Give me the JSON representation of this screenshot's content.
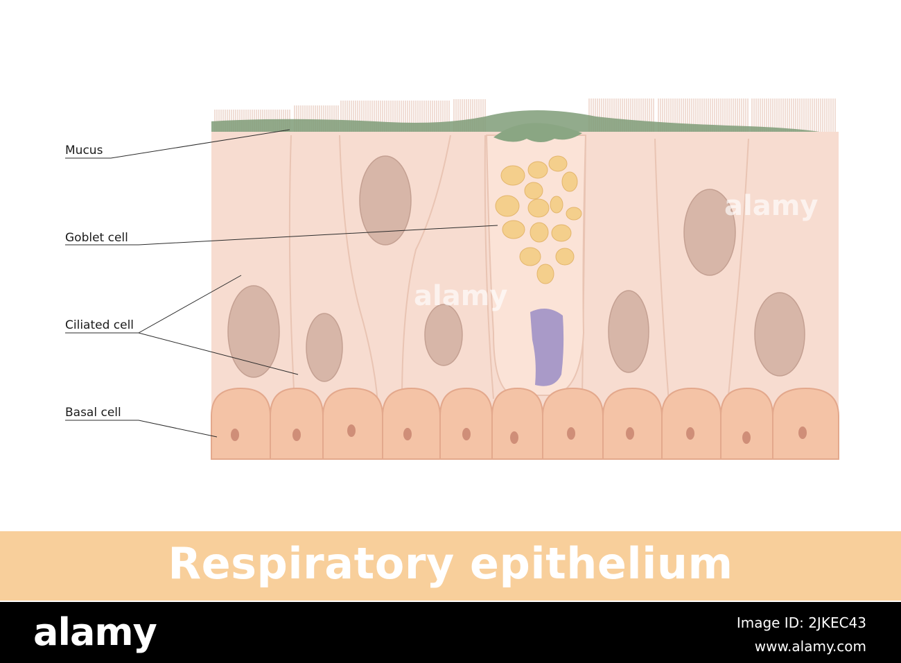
{
  "diagram": {
    "labels": {
      "mucus": "Mucus",
      "goblet_cell": "Goblet cell",
      "ciliated_cell": "Ciliated cell",
      "basal_cell": "Basal cell"
    },
    "colors": {
      "cell_fill": "#f7dcd0",
      "cell_border": "#e9c4b3",
      "nucleus": "#d7b6a8",
      "basal_fill": "#f4c3a6",
      "basal_nucleus": "#cf8e78",
      "mucus": "#7f9c78",
      "granule": "#f4cf8c",
      "goblet_nucleus": "#a99ac8",
      "cilia": "#e7c8bb"
    }
  },
  "watermark": "alamy",
  "banner": {
    "title": "Respiratory epithelium",
    "color": "#f8cf9b"
  },
  "footer": {
    "logo": "alamy",
    "image_id": "Image ID: 2JKEC43",
    "site": "www.alamy.com"
  }
}
